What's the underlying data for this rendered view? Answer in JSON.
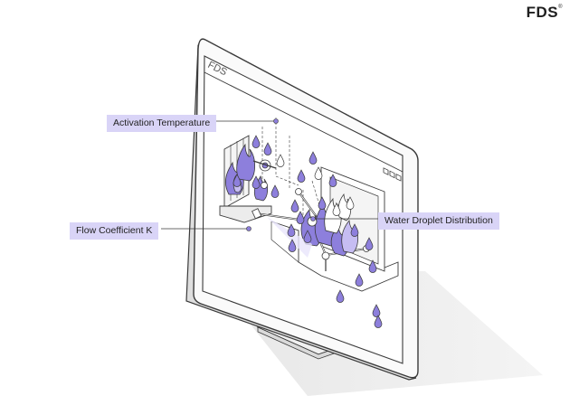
{
  "brand": {
    "name": "FDS",
    "mark": "®"
  },
  "window": {
    "title": "FDS"
  },
  "callouts": {
    "activation_temperature": "Activation Temperature",
    "flow_coefficient": "Flow Coefficient K",
    "water_droplet_distribution": "Water Droplet Distribution"
  },
  "colors": {
    "accent": "#8d7fdc",
    "accent_light": "#d9d4f7",
    "line": "#3a3a3a"
  }
}
